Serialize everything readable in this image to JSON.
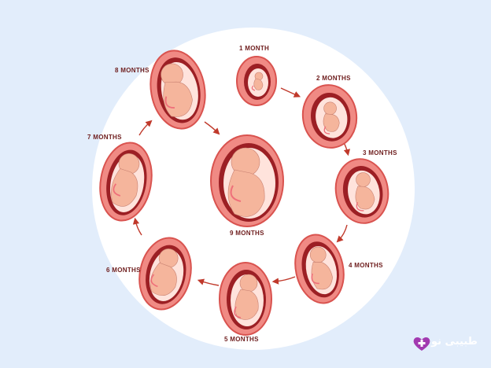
{
  "stages": [
    {
      "label": "1 MONTH"
    },
    {
      "label": "2 MONTHS"
    },
    {
      "label": "3 MONTHS"
    },
    {
      "label": "4 MONTHS"
    },
    {
      "label": "5 MONTHS"
    },
    {
      "label": "6 MONTHS"
    },
    {
      "label": "7 MONTHS"
    },
    {
      "label": "8 MONTHS"
    },
    {
      "label": "9 MONTHS"
    }
  ],
  "colors": {
    "background": "#e2edfb",
    "circle": "#ffffff",
    "uterus_outer": "#f08a84",
    "uterus_rim": "#d9534f",
    "uterus_inner": "#9c1f24",
    "sac": "#ffe3dc",
    "fetus": "#f5b59c",
    "cord": "#ef6f7a",
    "arrow": "#c0392b",
    "label": "#6e1d1d",
    "logo": "#a23ab0"
  },
  "logo": {
    "text": "طبیبی نو",
    "icon": "heart-plus-icon"
  }
}
